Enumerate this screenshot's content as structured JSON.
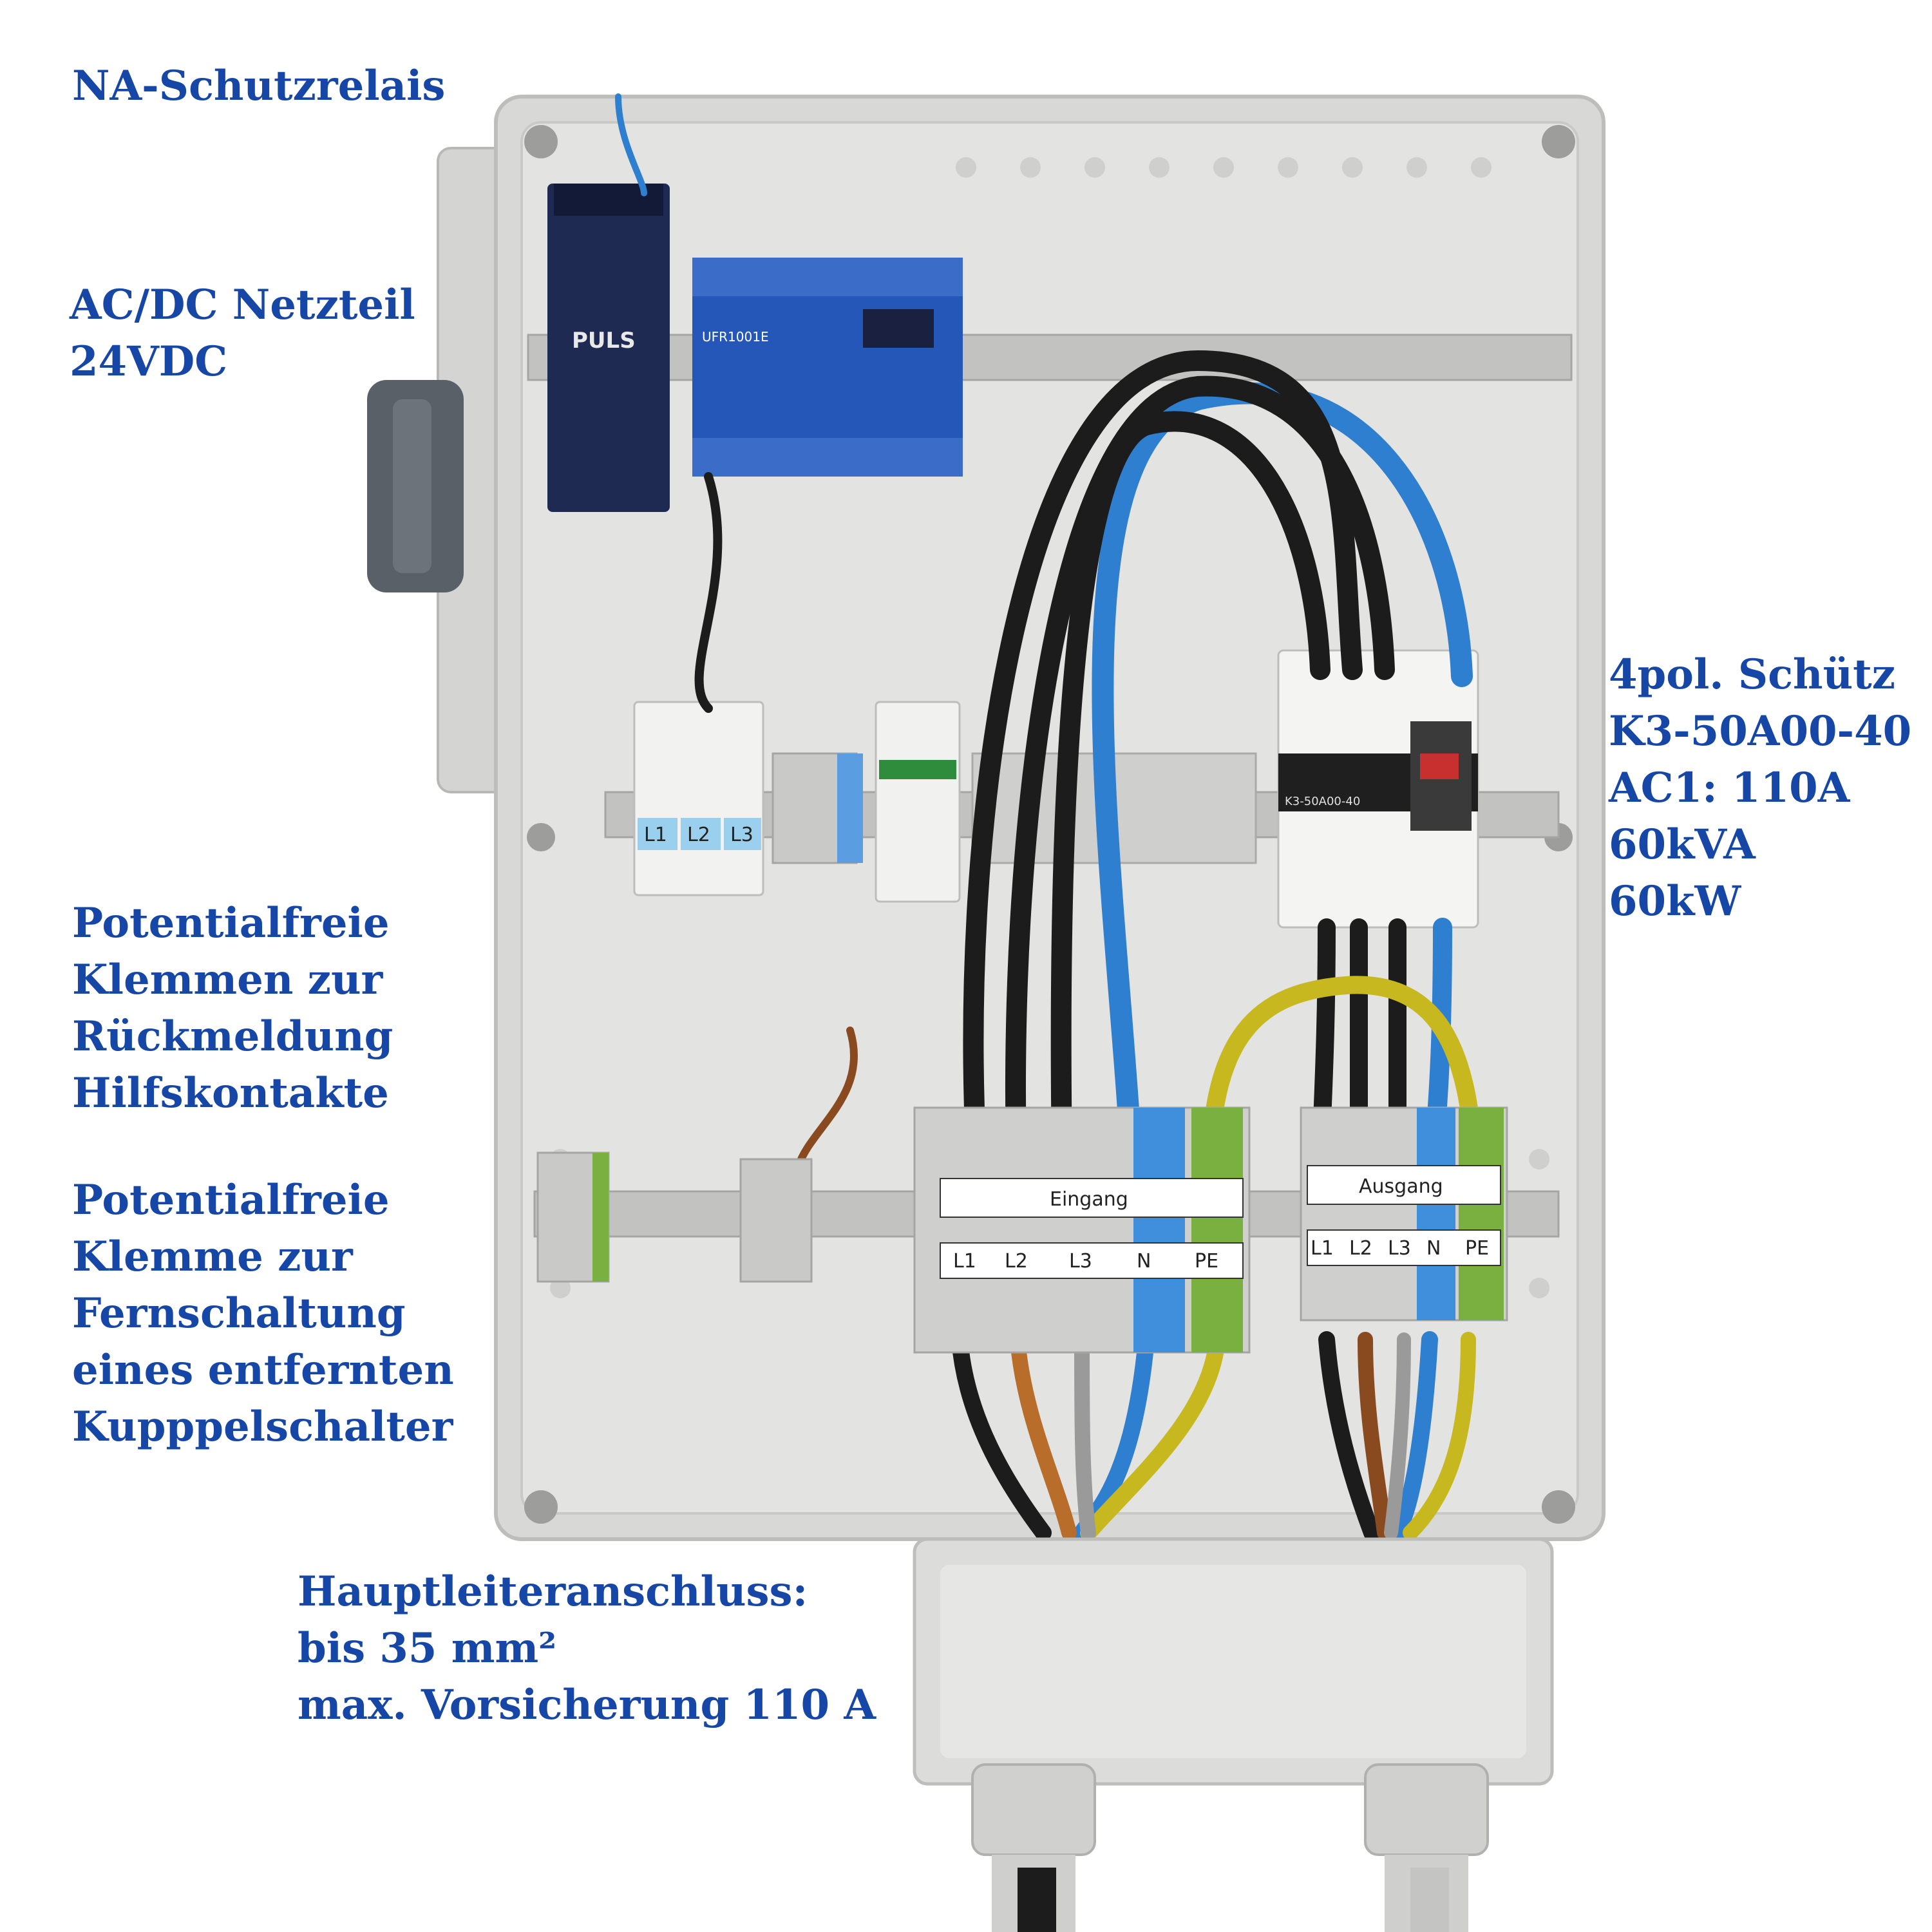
{
  "labels": {
    "na_relay": "NA-Schutzrelais",
    "psu": [
      "AC/DC Netzteil",
      "24VDC"
    ],
    "contactor": [
      "4pol. Schütz",
      "K3-50A00-40",
      "AC1: 110A",
      "60kVA",
      "60kW"
    ],
    "aux_terminals": [
      "Potentialfreie",
      "Klemmen zur",
      "Rückmeldung",
      "Hilfskontakte"
    ],
    "remote_terminal": [
      "Potentialfreie",
      "Klemme zur",
      "Fernschaltung",
      "eines entfernten",
      "Kupppelschalter"
    ],
    "main_connection": [
      "Hauptleiteranschluss:",
      "bis 35 mm²",
      "max. Vorsicherung 110 A"
    ]
  },
  "device_text": {
    "eingang": "Eingang",
    "ausgang": "Ausgang",
    "in_terminals": [
      "L1",
      "L2",
      "L3",
      "N",
      "PE"
    ],
    "out_terminals": [
      "L1",
      "L2",
      "L3",
      "N",
      "PE"
    ],
    "breakers": [
      "L1",
      "L2",
      "L3"
    ],
    "psu_brand": "PULS",
    "relay_model": "UFR1001E",
    "contactor_model": "K3-50A00-40"
  },
  "colors": {
    "label_text": "#1747a6",
    "enclosure": "#d8d8d6",
    "relay": "#2557b8",
    "wire_blue": "#2f7fd0",
    "wire_black": "#1c1c1c"
  }
}
